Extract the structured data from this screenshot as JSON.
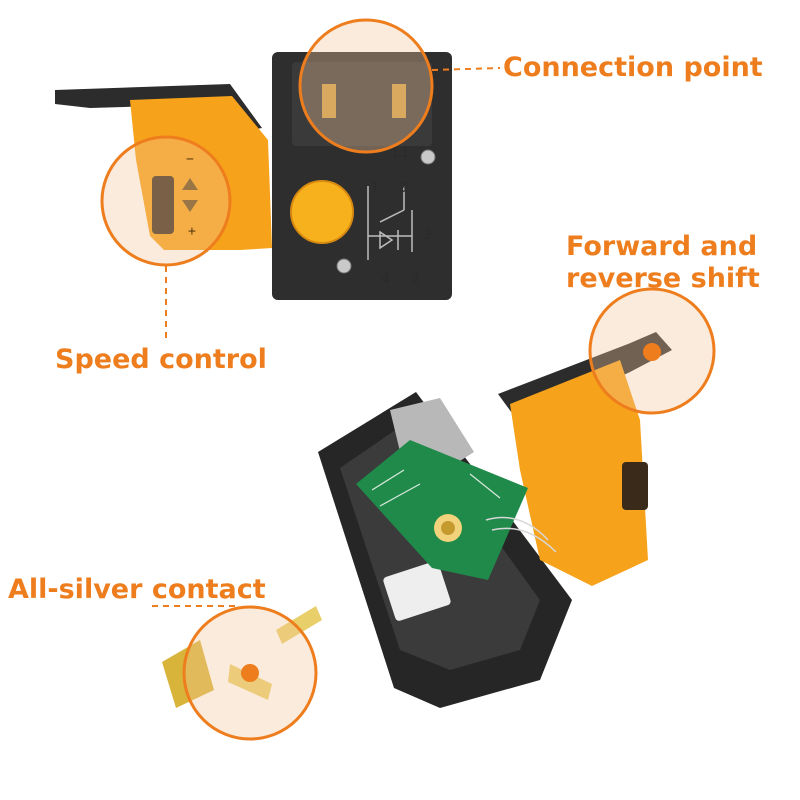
{
  "callouts": {
    "connection_point": "Connection point",
    "forward_reverse_line1": "Forward and",
    "forward_reverse_line2": "reverse shift",
    "speed_control": "Speed control",
    "all_silver_contact": "All-silver contact"
  },
  "switch_markings": {
    "l1": "L1",
    "t1": "1",
    "t3": "3",
    "t2": "2",
    "t4": "4",
    "t2b": "2",
    "minus": "−",
    "plus": "+"
  },
  "colors": {
    "accent": "#ee7d1d",
    "housing": "#2b2b2b",
    "trigger": "#f6a21a",
    "pcb": "#1f8a4a"
  }
}
